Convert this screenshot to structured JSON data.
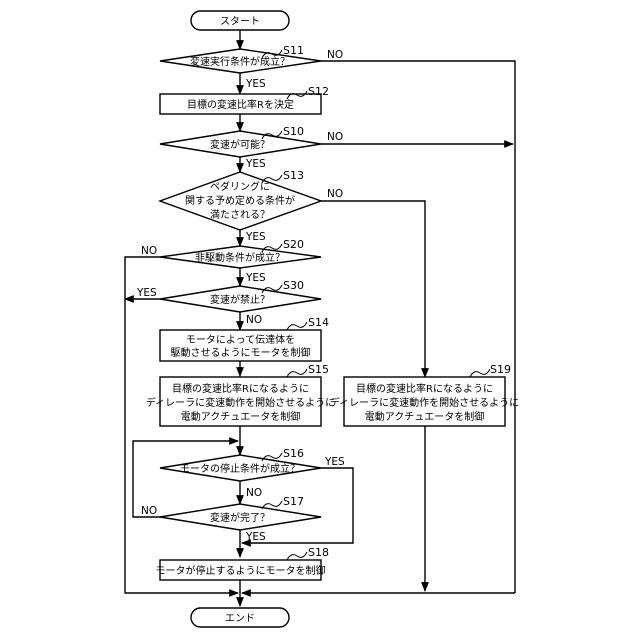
{
  "terminals": {
    "start": "スタート",
    "end": "エンド"
  },
  "steps": {
    "s11": {
      "label": "S11",
      "lines": [
        "変速実行条件が成立？"
      ]
    },
    "s12": {
      "label": "S12",
      "lines": [
        "目標の変速比率Rを決定"
      ]
    },
    "s10": {
      "label": "S10",
      "lines": [
        "変速が可能？"
      ]
    },
    "s13": {
      "label": "S13",
      "lines": [
        "ペダリングに",
        "関する予め定める条件が",
        "満たされる？"
      ]
    },
    "s20": {
      "label": "S20",
      "lines": [
        "非駆動条件が成立？"
      ]
    },
    "s30": {
      "label": "S30",
      "lines": [
        "変速が禁止？"
      ]
    },
    "s14": {
      "label": "S14",
      "lines": [
        "モータによって伝達体を",
        "駆動させるようにモータを制御"
      ]
    },
    "s15": {
      "label": "S15",
      "lines": [
        "目標の変速比率Rになるように",
        "ディレーラに変速動作を開始させるように",
        "電動アクチュエータを制御"
      ]
    },
    "s19": {
      "label": "S19",
      "lines": [
        "目標の変速比率Rになるように",
        "ディレーラに変速動作を開始させるように",
        "電動アクチュエータを制御"
      ]
    },
    "s16": {
      "label": "S16",
      "lines": [
        "モータの停止条件が成立？"
      ]
    },
    "s17": {
      "label": "S17",
      "lines": [
        "変速が完了？"
      ]
    },
    "s18": {
      "label": "S18",
      "lines": [
        "モータが停止するようにモータを制御"
      ]
    }
  },
  "branches": {
    "yes": "YES",
    "no": "NO"
  }
}
